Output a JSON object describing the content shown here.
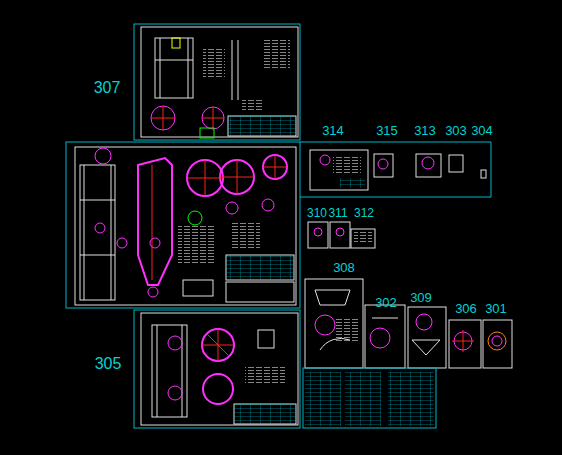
{
  "diagram": {
    "labels": [
      "307",
      "314",
      "315",
      "313",
      "303",
      "304",
      "310",
      "311",
      "312",
      "308",
      "309",
      "302",
      "306",
      "301",
      "305"
    ]
  }
}
